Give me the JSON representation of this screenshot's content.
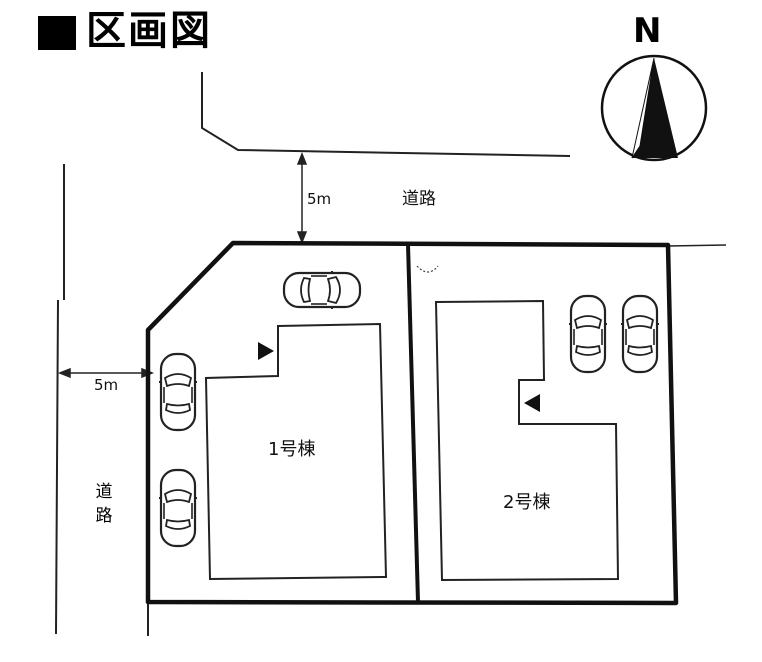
{
  "title": "区画図",
  "compass": {
    "label": "N"
  },
  "road_north": {
    "width_label": "5m",
    "label": "道路"
  },
  "road_west": {
    "width_label": "5m",
    "label_chars": [
      "道",
      "路"
    ]
  },
  "lots": [
    {
      "label": "1号棟"
    },
    {
      "label": "2号棟"
    }
  ]
}
